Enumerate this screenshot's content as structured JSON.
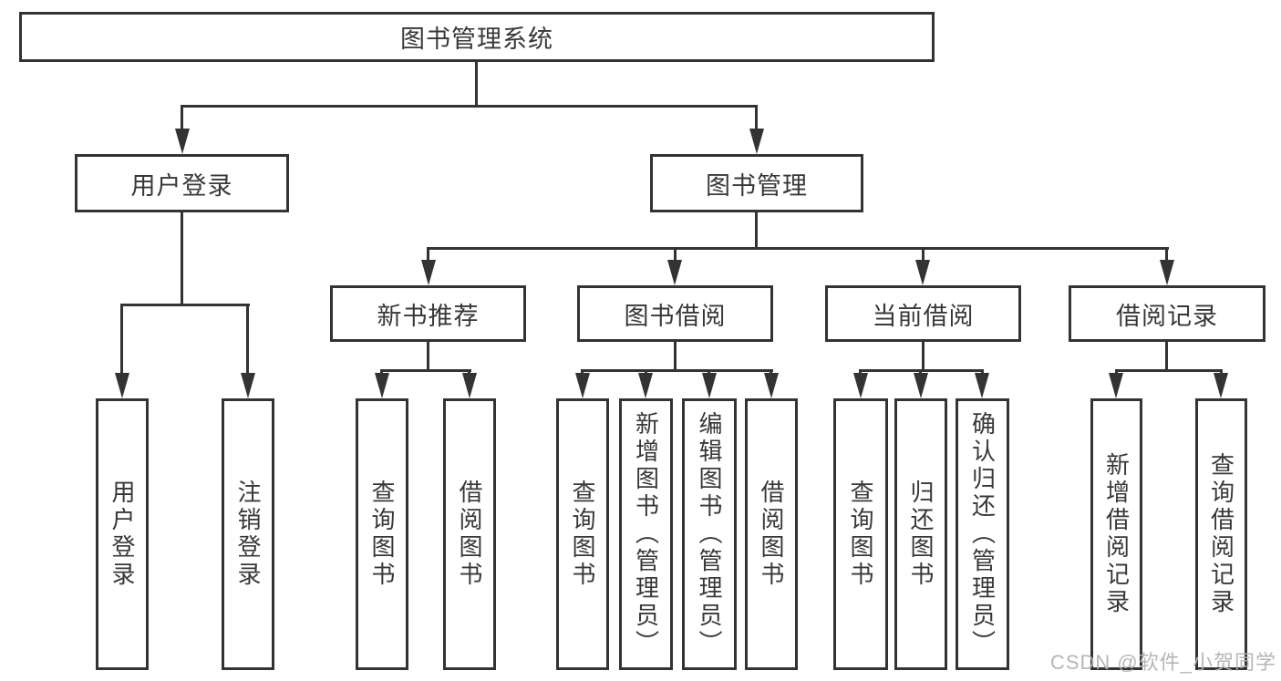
{
  "diagram": {
    "type": "hierarchy-tree",
    "root": {
      "label": "图书管理系统",
      "children": [
        {
          "label": "用户登录",
          "children": [
            {
              "label": "用户登录"
            },
            {
              "label": "注销登录"
            }
          ]
        },
        {
          "label": "图书管理",
          "children": [
            {
              "label": "新书推荐",
              "children": [
                {
                  "label": "查询图书"
                },
                {
                  "label": "借阅图书"
                }
              ]
            },
            {
              "label": "图书借阅",
              "children": [
                {
                  "label": "查询图书"
                },
                {
                  "label": "新增图书（管理员）"
                },
                {
                  "label": "编辑图书（管理员）"
                },
                {
                  "label": "借阅图书"
                }
              ]
            },
            {
              "label": "当前借阅",
              "children": [
                {
                  "label": "查询图书"
                },
                {
                  "label": "归还图书"
                },
                {
                  "label": "确认归还（管理员）"
                }
              ]
            },
            {
              "label": "借阅记录",
              "children": [
                {
                  "label": "新增借阅记录"
                },
                {
                  "label": "查询借阅记录"
                }
              ]
            }
          ]
        }
      ]
    },
    "colors": {
      "line": "#333333",
      "text": "#383838",
      "background": "#ffffff",
      "watermark": "#b2b2b2"
    }
  },
  "watermark": {
    "text": "CSDN @软件_小贺同学"
  }
}
